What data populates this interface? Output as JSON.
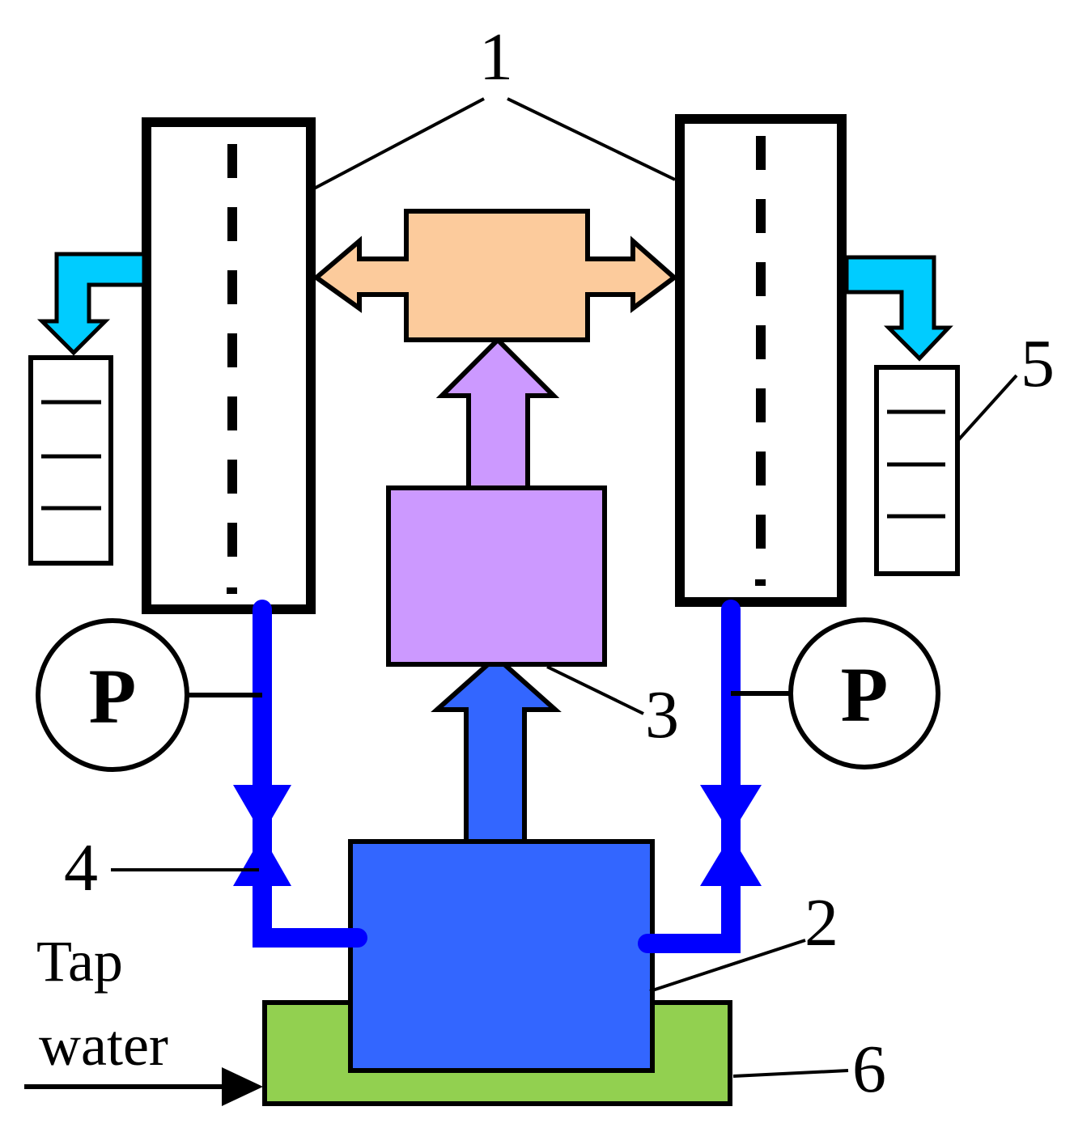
{
  "labels": {
    "n1": "1",
    "n2": "2",
    "n3": "3",
    "n4": "4",
    "n5": "5",
    "n6": "6",
    "pressure_left": "P",
    "pressure_right": "P",
    "tap_line1": "Tap",
    "tap_line2": "water"
  },
  "colors": {
    "heat_exchanger": "#FCCB9C",
    "upper_chamber": "#CC99FF",
    "tank": "#3366FF",
    "pipe": "#0000FF",
    "outflow_arrow": "#00CCFF",
    "cooling_bath": "#92D050",
    "outline": "#000000"
  }
}
